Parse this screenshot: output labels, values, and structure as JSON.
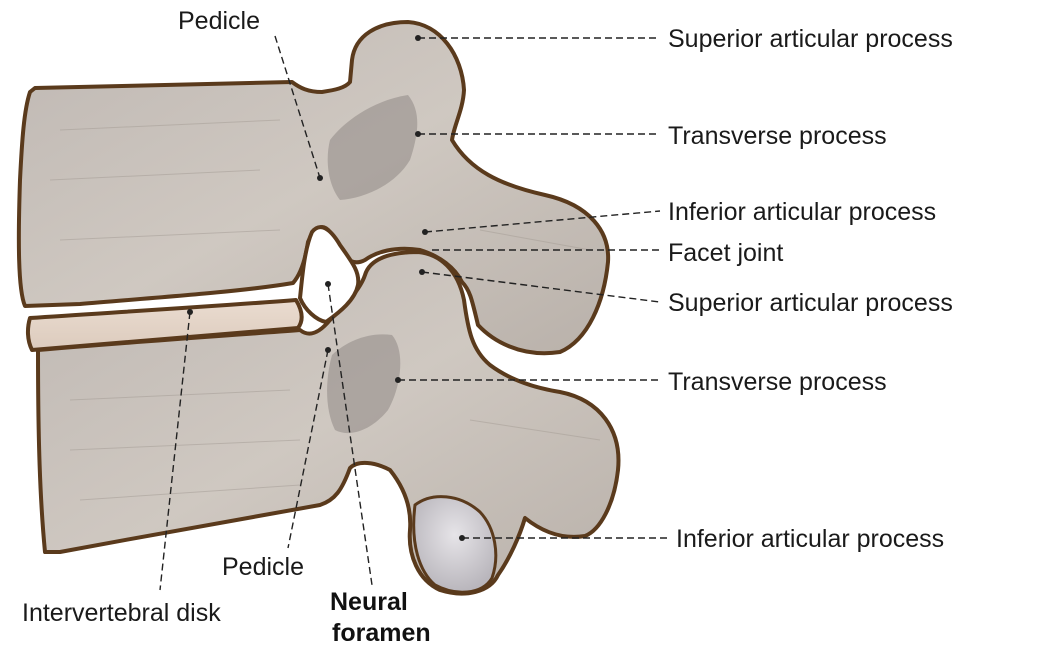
{
  "diagram": {
    "labels": {
      "pedicle_top": "Pedicle",
      "superior_articular_process_1": "Superior articular process",
      "transverse_process_1": "Transverse process",
      "inferior_articular_process_1": "Inferior articular process",
      "facet_joint": "Facet joint",
      "superior_articular_process_2": "Superior articular process",
      "transverse_process_2": "Transverse process",
      "inferior_articular_process_2": "Inferior articular process",
      "pedicle_bottom": "Pedicle",
      "intervertebral_disk": "Intervertebral disk",
      "neural_foramen_line1": "Neural",
      "neural_foramen_line2": "foramen"
    },
    "colors": {
      "bone_fill": "#c9c2bc",
      "bone_shadow": "#8f8985",
      "bone_outline": "#5a3a1c",
      "disk_fill": "#e7d8cc",
      "cartilage_fill": "#d9d6db"
    }
  }
}
